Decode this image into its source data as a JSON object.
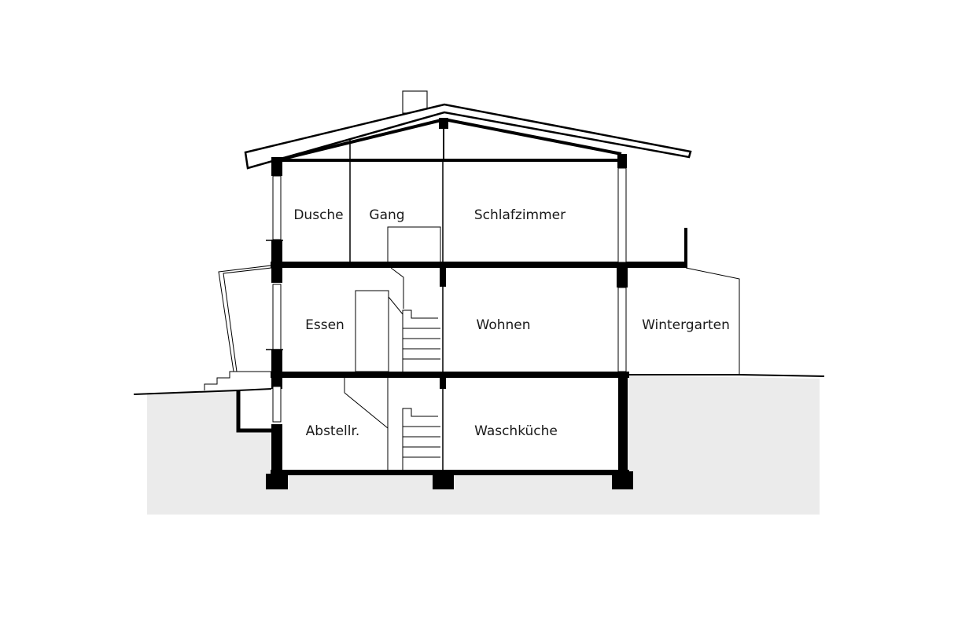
{
  "section": {
    "rooms": {
      "dusche": "Dusche",
      "gang": "Gang",
      "schlafzimmer": "Schlafzimmer",
      "essen": "Essen",
      "wohnen": "Wohnen",
      "wintergarten": "Wintergarten",
      "abstellr": "Abstellr.",
      "waschkueche": "Waschküche"
    }
  },
  "colors": {
    "ground": "#ebebeb",
    "wall": "#000000",
    "line": "#1a1a1a"
  }
}
